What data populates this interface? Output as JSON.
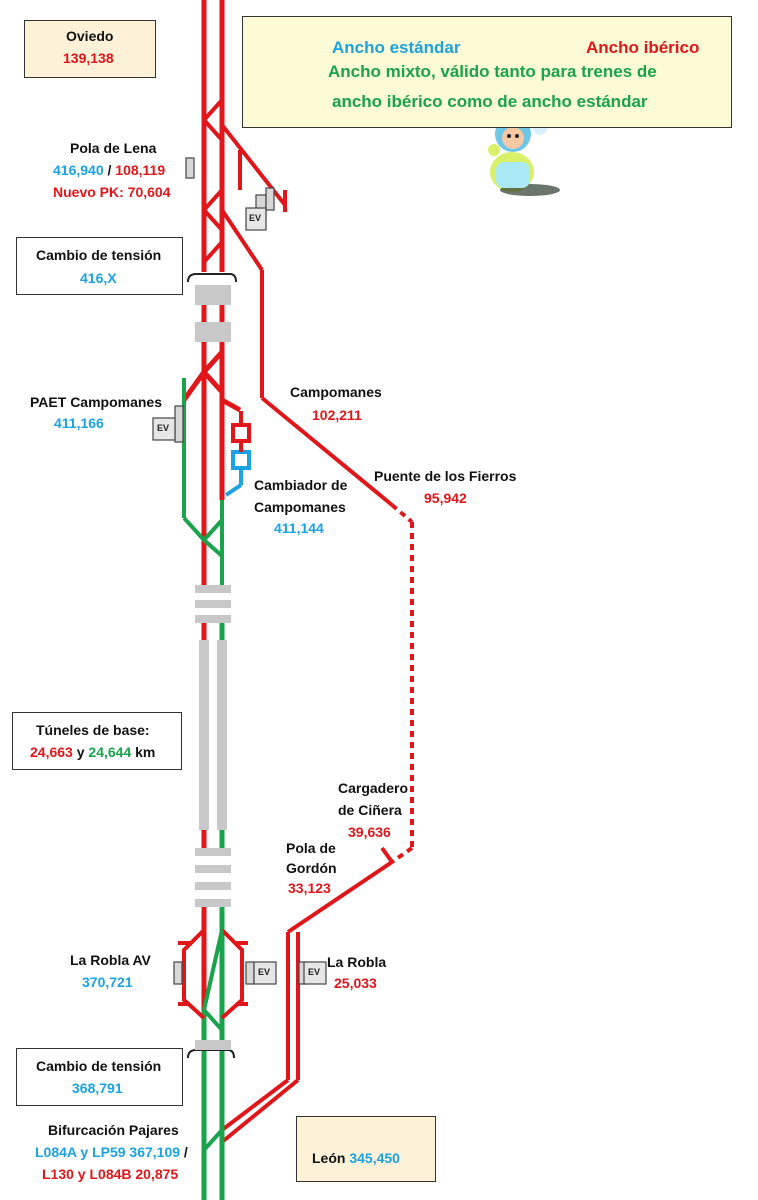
{
  "colors": {
    "iberian": "#e0161b",
    "standard": "#1aa3e0",
    "mixed": "#1aa34a",
    "tunnel": "#c8c8c8"
  },
  "legend": {
    "standard": "Ancho estándar",
    "iberian": "Ancho ibérico",
    "mixed_line1": "Ancho mixto, válido tanto para trenes de",
    "mixed_line2": "ancho ibérico como de ancho estándar"
  },
  "oviedo": {
    "name": "Oviedo",
    "pk": "139,138",
    "arrow": "up-arrow-icon"
  },
  "leon": {
    "name": "León",
    "pk": "345,450",
    "arrow": "down-arrow-icon"
  },
  "pola_lena": {
    "name": "Pola de Lena",
    "pk_std": "416,940",
    "sep": "/",
    "pk_ib": "108,119",
    "nuevo_pk": "Nuevo PK: 70,604"
  },
  "cambio_tension_1": {
    "title": "Cambio de tensión",
    "pk": "416,X"
  },
  "paet": {
    "name": "PAET Campomanes",
    "pk": "411,166"
  },
  "campomanes": {
    "name": "Campomanes",
    "pk": "102,211"
  },
  "cambiador": {
    "name1": "Cambiador de",
    "name2": "Campomanes",
    "pk": "411,144"
  },
  "puente": {
    "name": "Puente de los Fierros",
    "pk": "95,942"
  },
  "tuneles": {
    "title": "Túneles de base:",
    "km_red": "24,663",
    "and": "y",
    "km_green": "24,644",
    "unit": "km"
  },
  "cargadero": {
    "name1": "Cargadero",
    "name2": "de Ciñera",
    "pk": "39,636"
  },
  "pola_gordon": {
    "name1": "Pola de",
    "name2": "Gordón",
    "pk": "33,123"
  },
  "robla_av": {
    "name": "La Robla AV",
    "pk": "370,721"
  },
  "robla": {
    "name": "La Robla",
    "pk": "25,033"
  },
  "cambio_tension_2": {
    "title": "Cambio de tensión",
    "pk": "368,791"
  },
  "pajares": {
    "name": "Bifurcación Pajares",
    "line_a": "L084A y LP59 367,109",
    "sep": "/",
    "line_b": "L130 y L084B 20,875"
  },
  "ev_label": "EV",
  "mascot": "mascot-figure-icon"
}
